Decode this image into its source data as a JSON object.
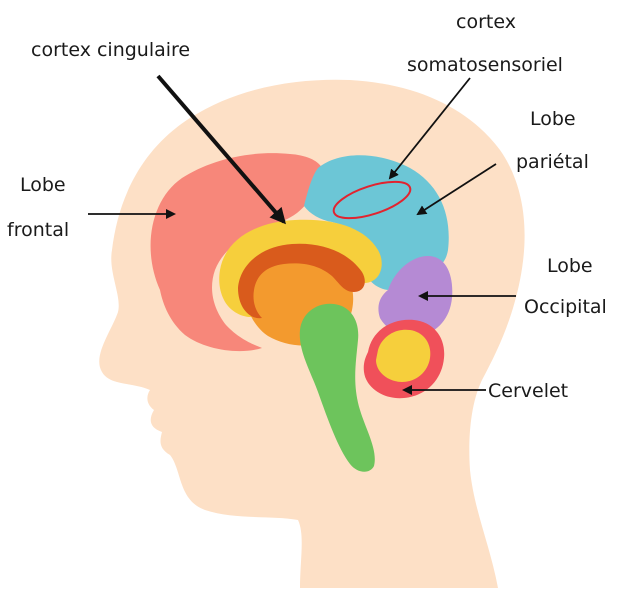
{
  "labels": {
    "cingulate": "cortex cingulaire",
    "somato_line1": "cortex",
    "somato_line2": "somatosensoriel",
    "parietal_line1": "Lobe",
    "parietal_line2": "pariétal",
    "frontal_line1": "Lobe",
    "frontal_line2": "frontal",
    "occipital_line1": "Lobe",
    "occipital_line2": "Occipital",
    "cerebellum": "Cervelet"
  },
  "colors": {
    "head": "#fde0c6",
    "frontal": "#f7877a",
    "parietal": "#6cc6d6",
    "occipital": "#b58ad4",
    "cingulate": "#f6cf3c",
    "inner": "#f39a2e",
    "corpus": "#d95b1c",
    "brainstem": "#6dc45c",
    "cerebellum": "#f0505a",
    "highlight": "#e2232f",
    "arrow": "#111111"
  }
}
